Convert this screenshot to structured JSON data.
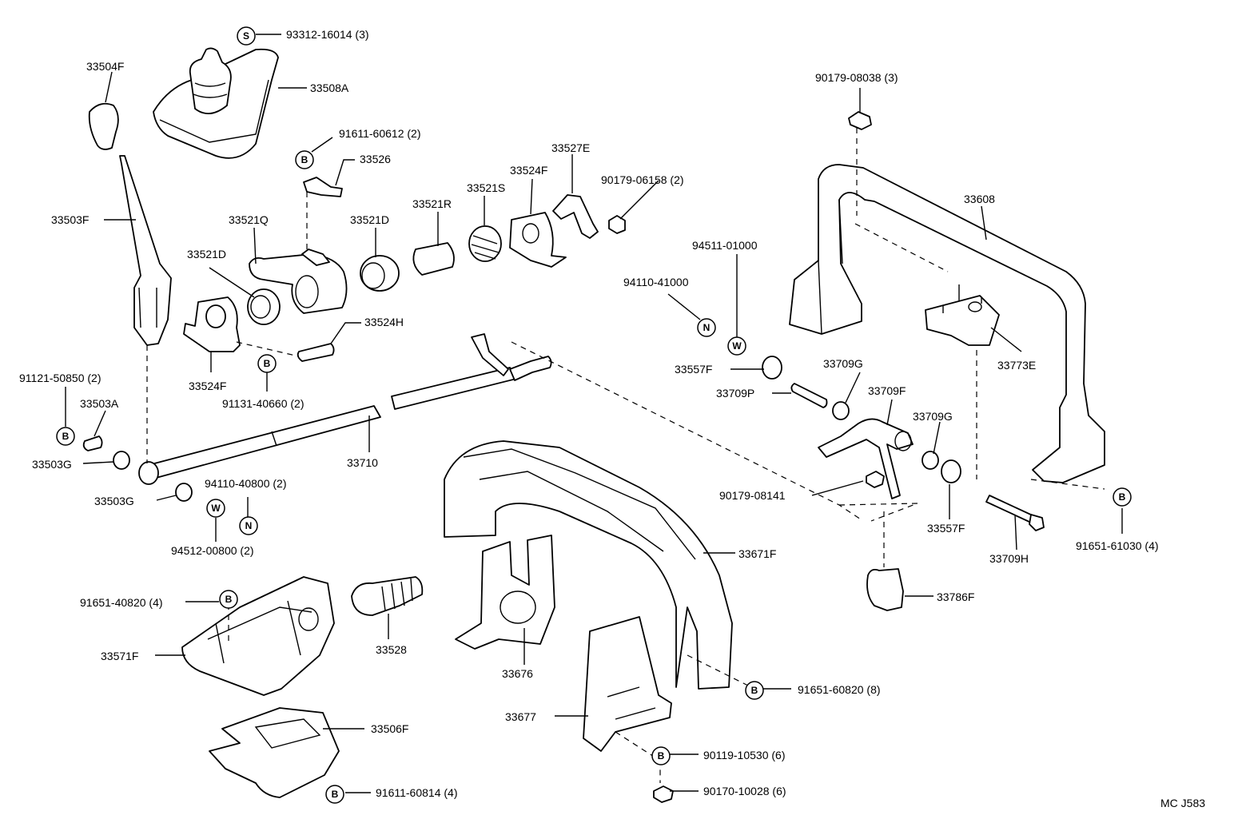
{
  "labels": {
    "p93312": "93312-16014 (3)",
    "p33504F": "33504F",
    "p33508A": "33508A",
    "p91611_60612": "91611-60612 (2)",
    "p33526": "33526",
    "p33503F": "33503F",
    "p33521Q": "33521Q",
    "p33521D_a": "33521D",
    "p33521D_b": "33521D",
    "p33521R": "33521R",
    "p33521S": "33521S",
    "p33524F_a": "33524F",
    "p33524F_b": "33524F",
    "p33527E": "33527E",
    "p90179_06158": "90179-06158 (2)",
    "p33524H": "33524H",
    "p91131_40660": "91131-40660 (2)",
    "p91121_50850": "91121-50850 (2)",
    "p33503A": "33503A",
    "p33503G_a": "33503G",
    "p33503G_b": "33503G",
    "p33710": "33710",
    "p94110_40800": "94110-40800 (2)",
    "p94512_00800": "94512-00800 (2)",
    "p91651_40820": "91651-40820 (4)",
    "p33528": "33528",
    "p33571F": "33571F",
    "p33506F": "33506F",
    "p91611_60814": "91611-60814 (4)",
    "p33676": "33676",
    "p33677": "33677",
    "p33671F": "33671F",
    "p91651_60820": "91651-60820 (8)",
    "p90119_10530": "90119-10530 (6)",
    "p90170_10028": "90170-10028 (6)",
    "p90179_08038": "90179-08038 (3)",
    "p33608": "33608",
    "p94511_01000": "94511-01000",
    "p94110_41000": "94110-41000",
    "p33773E": "33773E",
    "p33557F_a": "33557F",
    "p33557F_b": "33557F",
    "p33709G_a": "33709G",
    "p33709G_b": "33709G",
    "p33709P": "33709P",
    "p33709F": "33709F",
    "p90179_08141": "90179-08141",
    "p33709H": "33709H",
    "p91651_61030": "91651-61030 (4)",
    "p33786F": "33786F",
    "code": "MC J583"
  },
  "symbols": {
    "S": "S",
    "B": "B",
    "N": "N",
    "W": "W"
  }
}
